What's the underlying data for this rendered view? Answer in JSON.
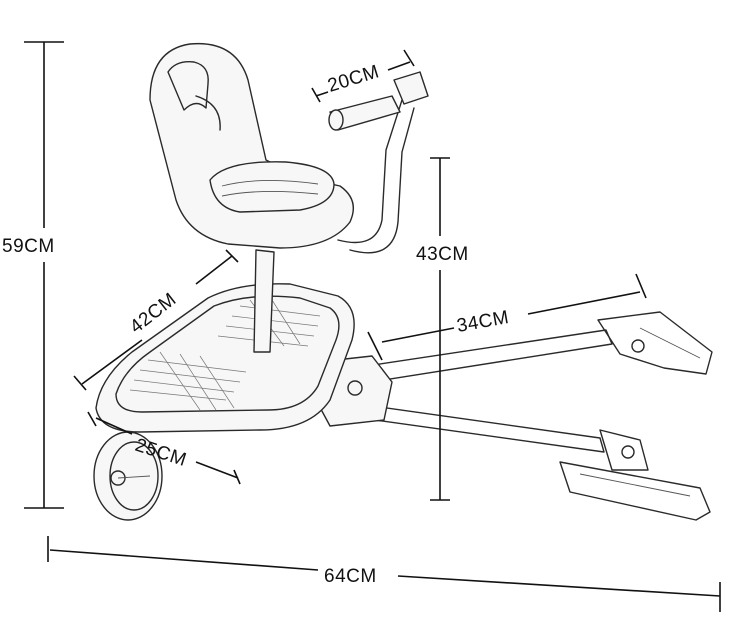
{
  "dimensions": {
    "total_height": "59CM",
    "handle_width": "20CM",
    "handle_height": "43CM",
    "board_length": "42CM",
    "arm_length": "34CM",
    "wheel_to_board": "25CM",
    "total_length": "64CM"
  },
  "product": {
    "icon": "stroller-board-seat-icon"
  }
}
